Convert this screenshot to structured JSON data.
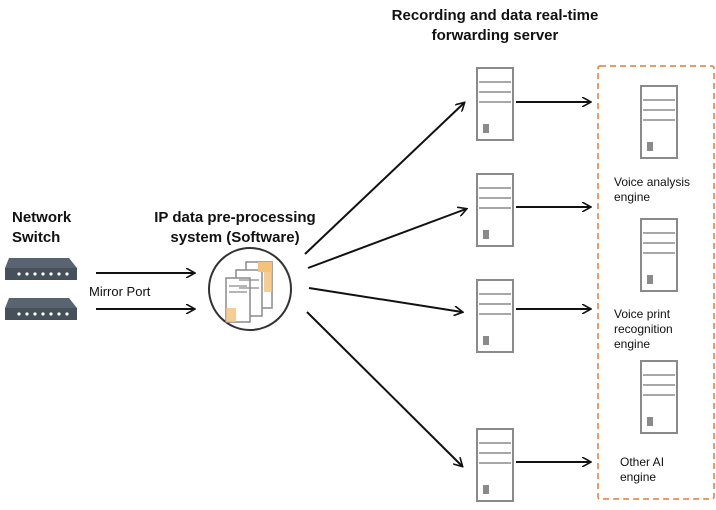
{
  "labels": {
    "network_switch": "Network\nSwitch",
    "mirror_port": "Mirror Port",
    "preprocessing": "IP data pre-processing\nsystem (Software)",
    "recording_server": "Recording and data real-time\nforwarding server",
    "voice_analysis": "Voice analysis\nengine",
    "voice_print": "Voice print\nrecognition\nengine",
    "other_ai": "Other AI\nengine"
  },
  "colors": {
    "server_stroke": "#8a8a8a",
    "arrow": "#111111",
    "dashed_box": "#e07b39",
    "switch_body": "#5a6470",
    "switch_led": "#ffffff",
    "doc_accent": "#f4c27a"
  },
  "icons": {
    "switch": "network-switch-icon",
    "preprocessor": "document-stack-icon",
    "server": "server-tower-icon"
  }
}
